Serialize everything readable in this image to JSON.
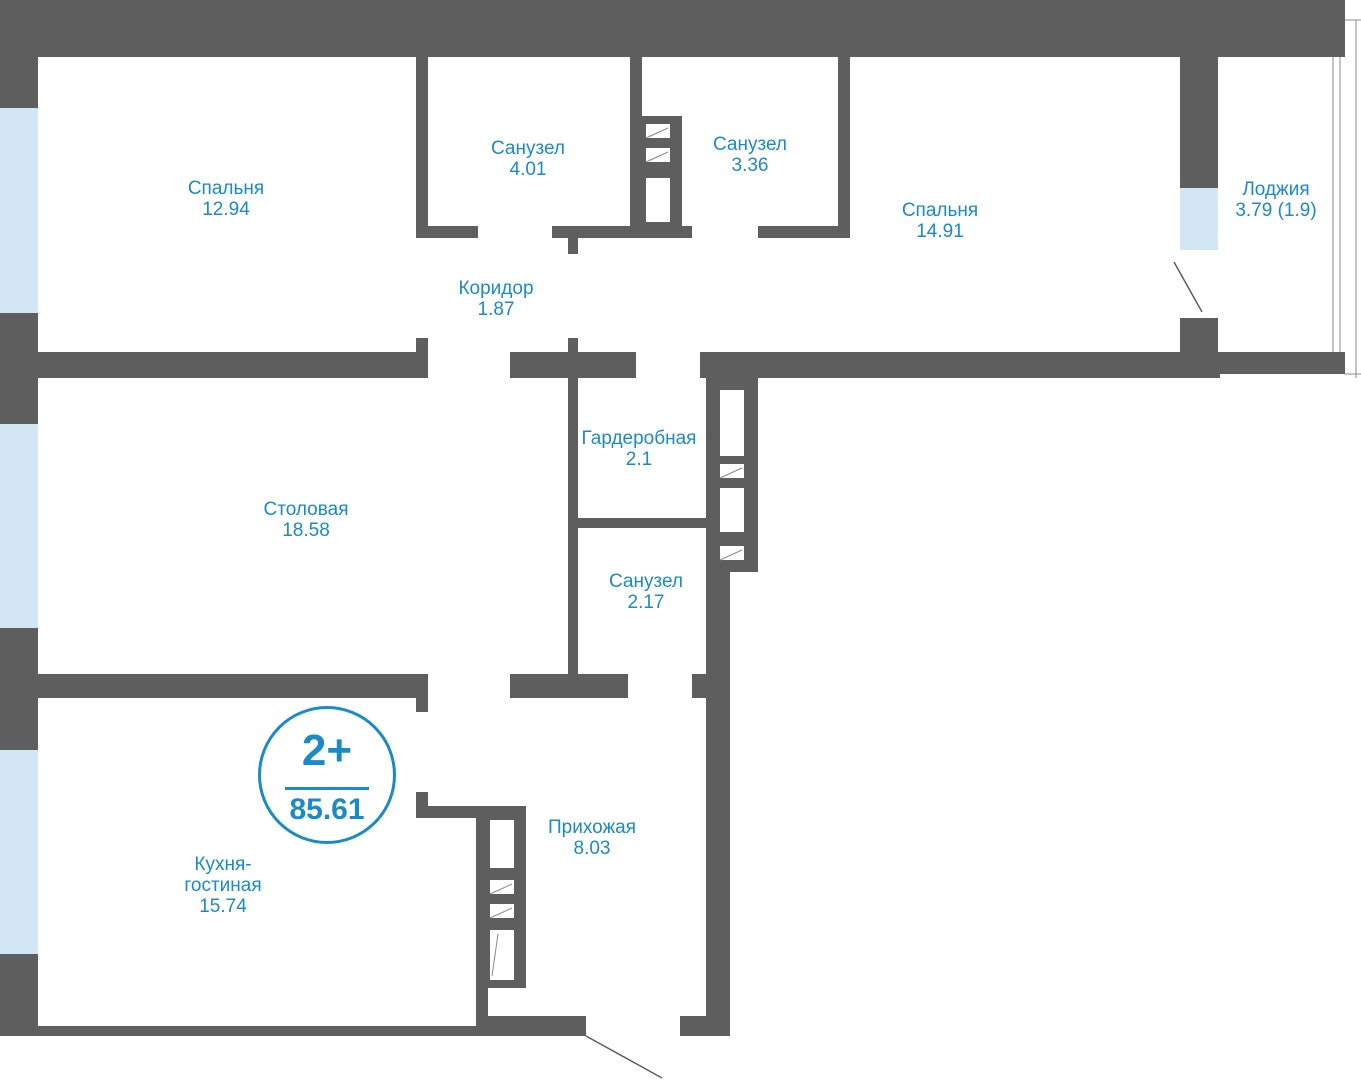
{
  "plan": {
    "rooms": [
      {
        "id": "bedroom-1",
        "name": "Спальня",
        "area": "12.94"
      },
      {
        "id": "bathroom-1",
        "name": "Санузел",
        "area": "4.01"
      },
      {
        "id": "bathroom-2",
        "name": "Санузел",
        "area": "3.36"
      },
      {
        "id": "bedroom-2",
        "name": "Спальня",
        "area": "14.91"
      },
      {
        "id": "loggia",
        "name": "Лоджия",
        "area": "3.79 (1.9)"
      },
      {
        "id": "corridor",
        "name": "Коридор",
        "area": "1.87"
      },
      {
        "id": "wardrobe",
        "name": "Гардеробная",
        "area": "2.1"
      },
      {
        "id": "dining-room",
        "name": "Столовая",
        "area": "18.58"
      },
      {
        "id": "bathroom-3",
        "name": "Санузел",
        "area": "2.17"
      },
      {
        "id": "hallway",
        "name": "Прихожая",
        "area": "8.03"
      },
      {
        "id": "kitchen-living",
        "name": "Кухня-",
        "name_line2": "гостиная",
        "area": "15.74"
      }
    ],
    "badge": {
      "rooms": "2+",
      "total_area": "85.61"
    },
    "colors": {
      "wall": "#5e5e5e",
      "window": "#d3e6f3",
      "label": "#1a8ac8"
    }
  }
}
